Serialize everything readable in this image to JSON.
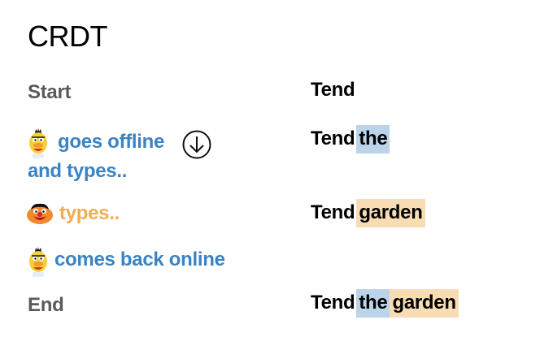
{
  "title": "CRDT",
  "colors": {
    "step_gray": "#5a5a5a",
    "user_bert": "#3a83c4",
    "user_ernie": "#f0ad55",
    "highlight_bert": "#bcd4ea",
    "highlight_ernie": "#f8dcb4"
  },
  "steps": [
    {
      "label": "Start",
      "actor": null,
      "doc": {
        "base": "Tend",
        "insertions": []
      }
    },
    {
      "label_line1": "goes offline",
      "label_line2": "and types..",
      "actor": "bert-icon",
      "icon": "offline-download-icon",
      "doc": {
        "base": "Tend",
        "insertions": [
          {
            "text": "the",
            "by": "bert"
          }
        ]
      }
    },
    {
      "label": "types..",
      "actor": "ernie-icon",
      "doc": {
        "base": "Tend",
        "insertions": [
          {
            "text": "garden",
            "by": "ernie"
          }
        ]
      }
    },
    {
      "label": "comes back online",
      "actor": "bert-icon",
      "doc": null
    },
    {
      "label": "End",
      "actor": null,
      "doc": {
        "base": "Tend",
        "insertions": [
          {
            "text": "the",
            "by": "bert"
          },
          {
            "text": "garden",
            "by": "ernie"
          }
        ]
      }
    }
  ]
}
